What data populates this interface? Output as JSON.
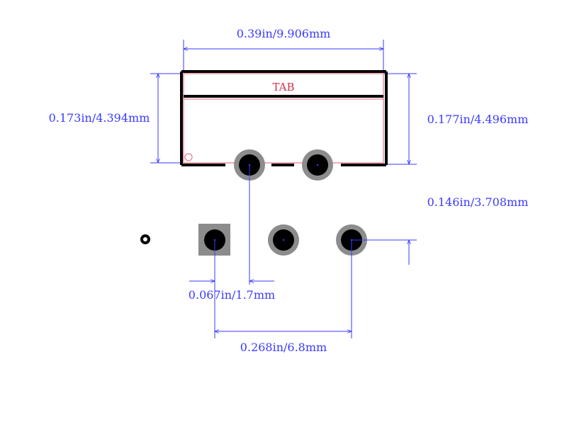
{
  "colors": {
    "dimension": "#3a3aff",
    "outline": "#000000",
    "courtyard": "#e58090",
    "pad_ring": "#8c8c8c",
    "pad_hole": "#000000",
    "background": "#ffffff"
  },
  "labels": {
    "tab": "TAB"
  },
  "dimensions": {
    "body_width": "0.39in/9.906mm",
    "body_height_left": "0.173in/4.394mm",
    "body_height_right": "0.177in/4.496mm",
    "row_offset": "0.146in/3.708mm",
    "pin_pitch": "0.067in/1.7mm",
    "pin_span": "0.268in/6.8mm"
  },
  "pins": {
    "count_upper_row": 2,
    "count_lower_row": 3,
    "pin1_shape": "square"
  }
}
